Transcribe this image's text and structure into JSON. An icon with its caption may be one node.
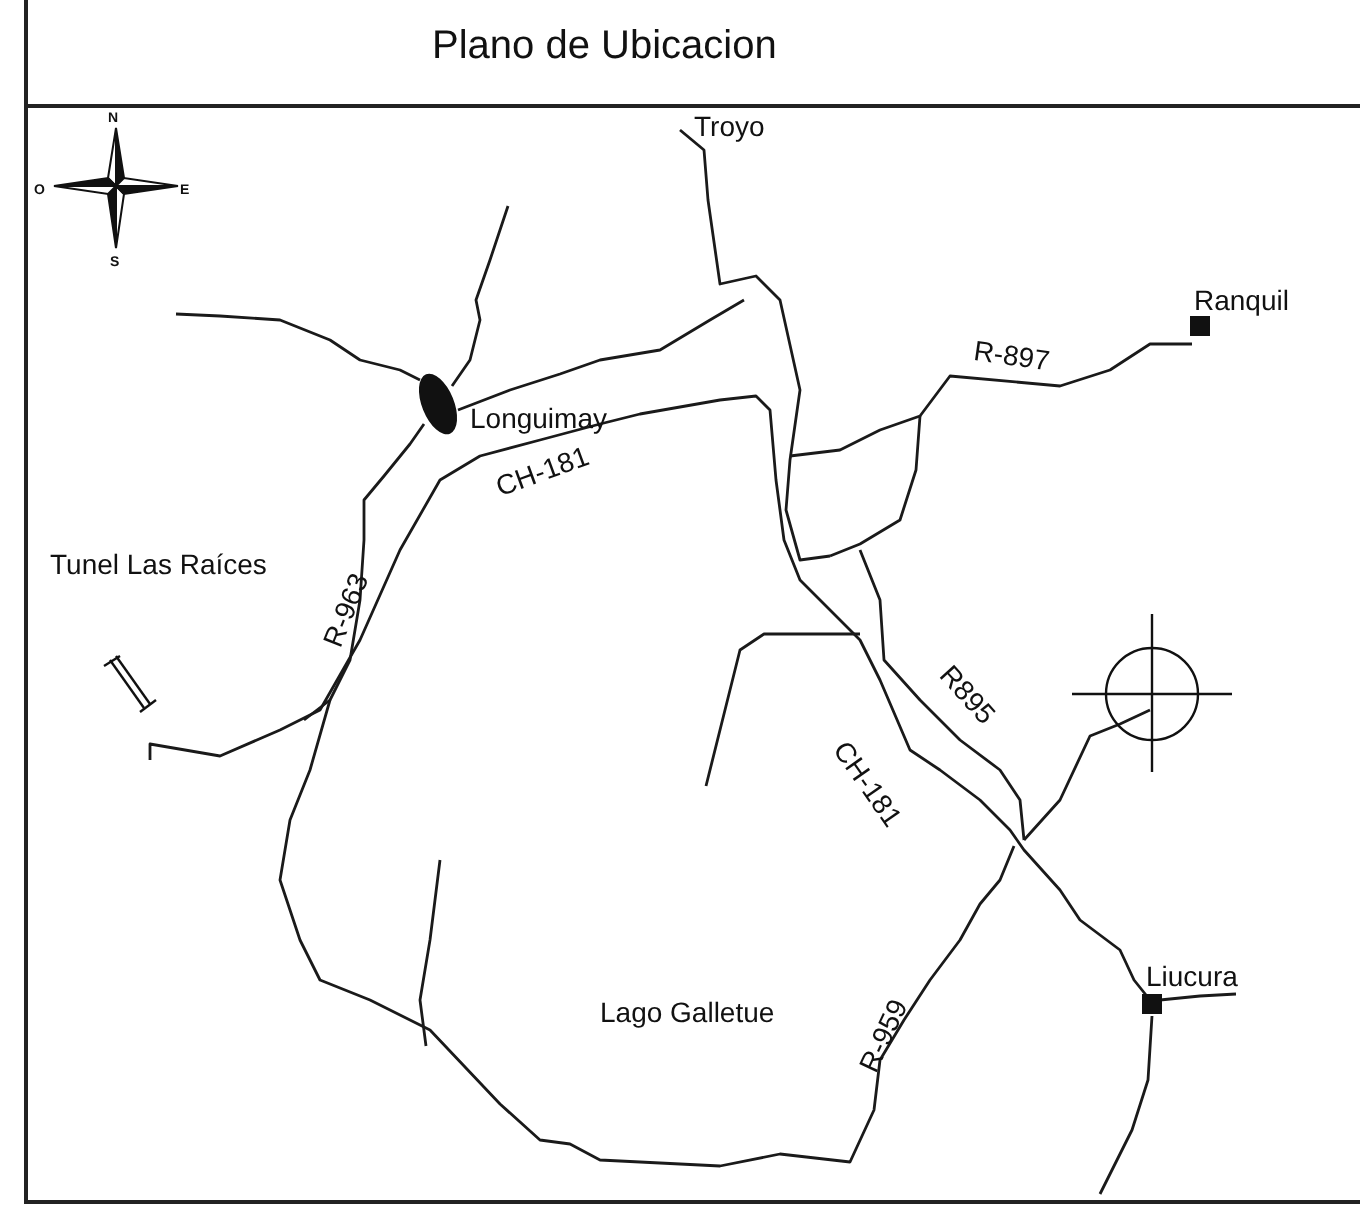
{
  "diagram": {
    "title": "Plano de Ubicacion",
    "labels": [
      "N",
      "O",
      "E",
      "S",
      "Troyo",
      "Ranquil",
      "R-897",
      "Longuimay",
      "CH-181",
      "Tunel Las Raíces",
      "R-963",
      "R895",
      "CH-181",
      "Liucura",
      "Lago Galletue",
      "R-959"
    ]
  }
}
